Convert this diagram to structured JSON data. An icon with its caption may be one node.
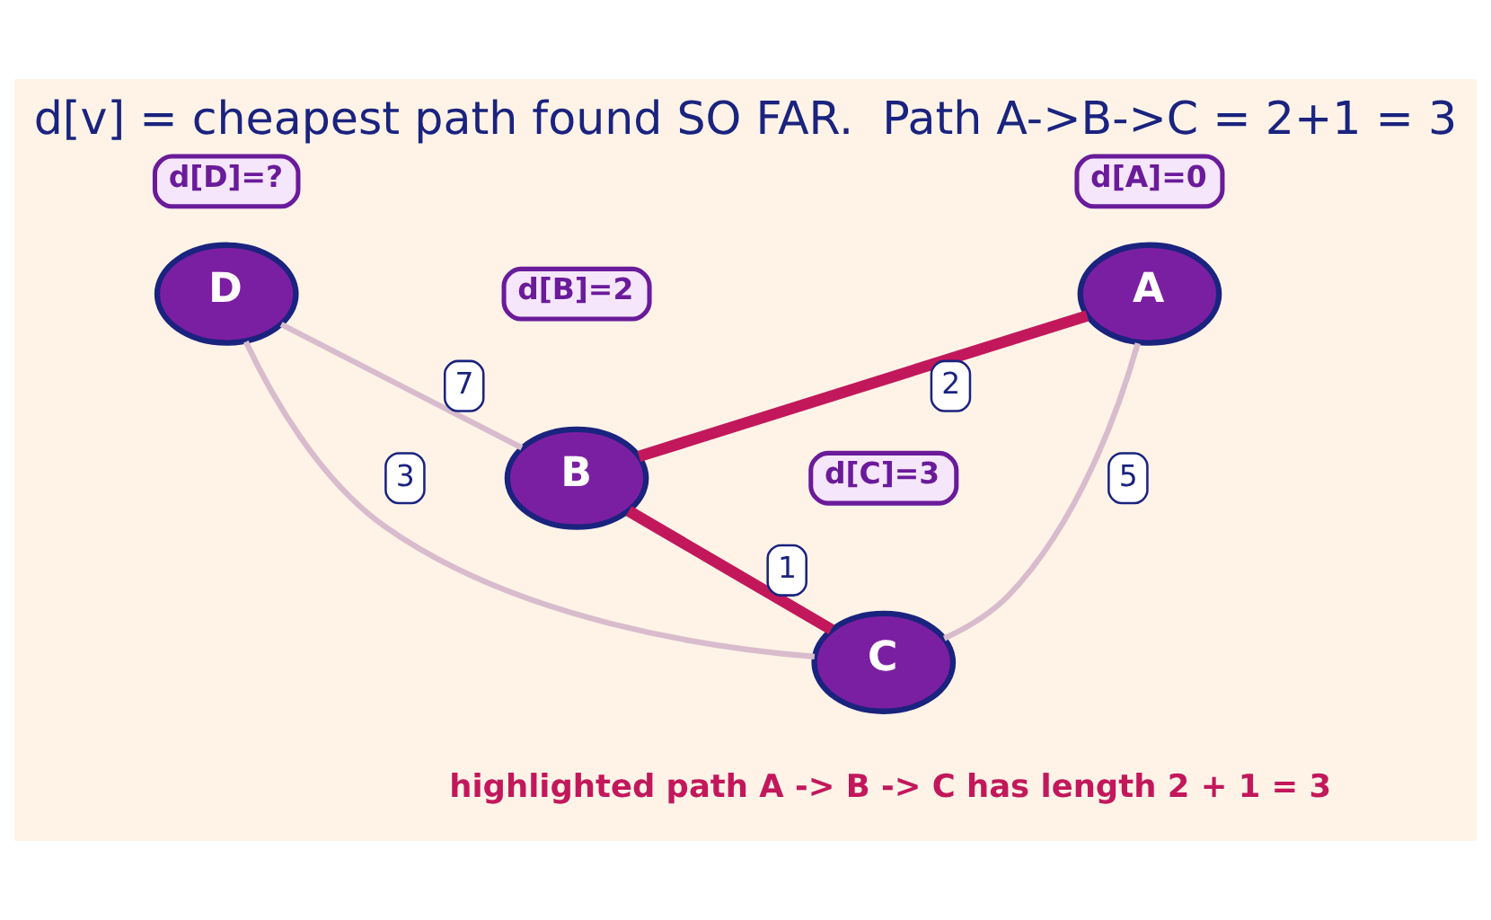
{
  "diagram": {
    "title": "d[v] = cheapest path found SO FAR.  Path A->B->C = 2+1 = 3",
    "nodes": [
      {
        "text": [
          "A"
        ]
      },
      {
        "text": [
          "B"
        ]
      },
      {
        "text": [
          "C"
        ]
      },
      {
        "text": [
          "D"
        ]
      },
      {
        "text": [
          "d[A]=0"
        ]
      },
      {
        "text": [
          "d[B]=2"
        ]
      },
      {
        "text": [
          "d[C]=3"
        ]
      },
      {
        "text": [
          "d[D]=?"
        ]
      }
    ],
    "edges": [
      {
        "from": 0,
        "to": 1,
        "arrow": "none",
        "label": "2",
        "style": "thick",
        "color": "#c2185b"
      },
      {
        "from": 1,
        "to": 2,
        "arrow": "none",
        "label": "1",
        "style": "thick",
        "color": "#c2185b"
      },
      {
        "from": 1,
        "to": 3,
        "arrow": "none",
        "label": "7"
      },
      {
        "from": 0,
        "to": 2,
        "arrow": "none",
        "label": "5"
      },
      {
        "from": 2,
        "to": 3,
        "arrow": "none",
        "label": "3"
      }
    ],
    "labels": [
      "highlighted path A -> B -> C has length 2 + 1 = 3"
    ]
  }
}
